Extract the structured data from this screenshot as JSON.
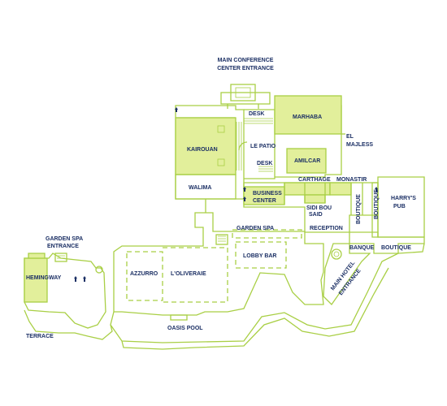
{
  "colors": {
    "wall": "#a9cf45",
    "room_fill": "#e2ef9b",
    "label": "#1b2f64",
    "background": "#ffffff"
  },
  "icons": {
    "elevator": "elevator-icon",
    "stairs": "stairs-icon"
  },
  "labels": {
    "main_conference_line1": "MAIN CONFERENCE",
    "main_conference_line2": "CENTER ENTRANCE",
    "desk_top": "DESK",
    "marhaba": "MARHABA",
    "el_majless_line1": "EL",
    "el_majless_line2": "MAJLESS",
    "kairouan": "KAIROUAN",
    "le_patio": "LE PATIO",
    "desk_bottom": "DESK",
    "amilcar": "AMILCAR",
    "walima": "WALIMA",
    "carthage": "CARTHAGE",
    "monastir": "MONASTIR",
    "business_center_line1": "BUSINESS",
    "business_center_line2": "CENTER",
    "sidi_bou_said_line1": "SIDI BOU",
    "sidi_bou_said_line2": "SAID",
    "boutique_vertical_1": "BOUTIQUE",
    "boutique_vertical_2": "BOUTIQUE",
    "harrys_pub_line1": "HARRY'S",
    "harrys_pub_line2": "PUB",
    "reception": "RECEPTION",
    "garden_spa": "GARDEN SPA",
    "lobby_bar": "LOBBY BAR",
    "banque": "BANQUE",
    "boutique_bottom": "BOUTIQUE",
    "main_hotel_entrance_line1": "MAIN HOTEL",
    "main_hotel_entrance_line2": "ENTRANCE",
    "garden_spa_entrance_line1": "GARDEN SPA",
    "garden_spa_entrance_line2": "ENTRANCE",
    "hemingway": "HEMINGWAY",
    "azzurro": "AZZURRO",
    "loliveraie": "L'OLIVERAIE",
    "terrace": "TERRACE",
    "oasis_pool": "OASIS POOL"
  }
}
